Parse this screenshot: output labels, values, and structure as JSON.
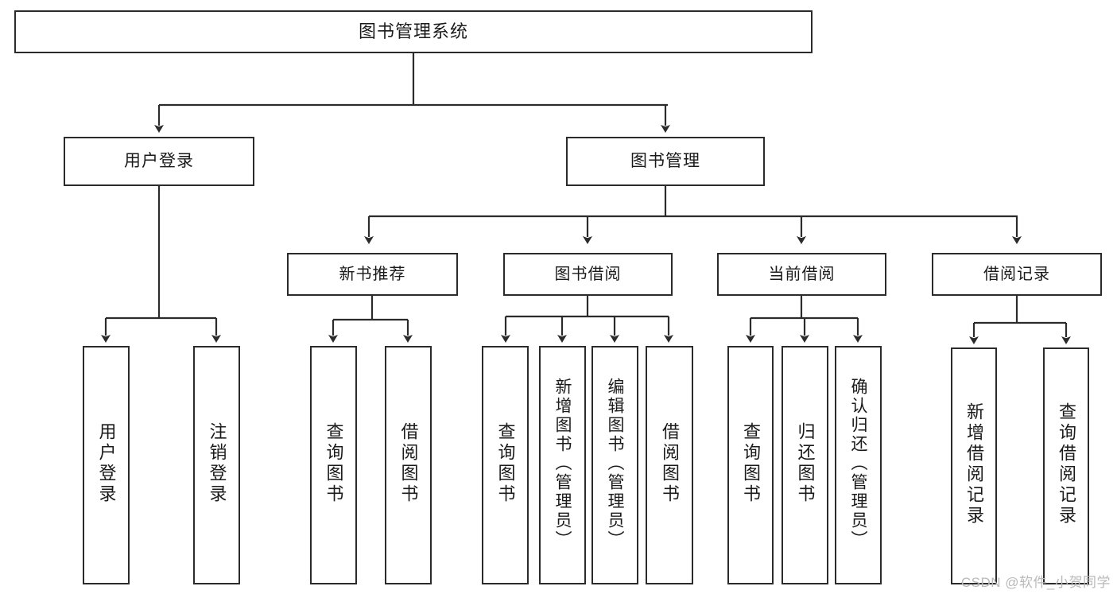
{
  "diagram": {
    "title": "图书管理系统",
    "type": "tree",
    "root": {
      "label": "图书管理系统"
    },
    "level1": [
      {
        "label": "用户登录"
      },
      {
        "label": "图书管理"
      }
    ],
    "level2": [
      {
        "label": "新书推荐"
      },
      {
        "label": "图书借阅"
      },
      {
        "label": "当前借阅"
      },
      {
        "label": "借阅记录"
      }
    ],
    "leaves": {
      "user_login": [
        {
          "label": "用户登录"
        },
        {
          "label": "注销登录"
        }
      ],
      "new_book_recommend": [
        {
          "label": "查询图书"
        },
        {
          "label": "借阅图书"
        }
      ],
      "book_borrow": [
        {
          "label": "查询图书"
        },
        {
          "label": "新增图书（管理员）"
        },
        {
          "label": "编辑图书（管理员）"
        },
        {
          "label": "借阅图书"
        }
      ],
      "current_borrow": [
        {
          "label": "查询图书"
        },
        {
          "label": "归还图书"
        },
        {
          "label": "确认归还（管理员）"
        }
      ],
      "borrow_record": [
        {
          "label": "新增借阅记录"
        },
        {
          "label": "查询借阅记录"
        }
      ]
    }
  },
  "watermark": {
    "text": "CSDN @软件_小贺同学"
  },
  "colors": {
    "stroke": "#2b2b2b",
    "background": "#ffffff",
    "text": "#1a1a1a",
    "watermark": "#b9b9b9"
  }
}
